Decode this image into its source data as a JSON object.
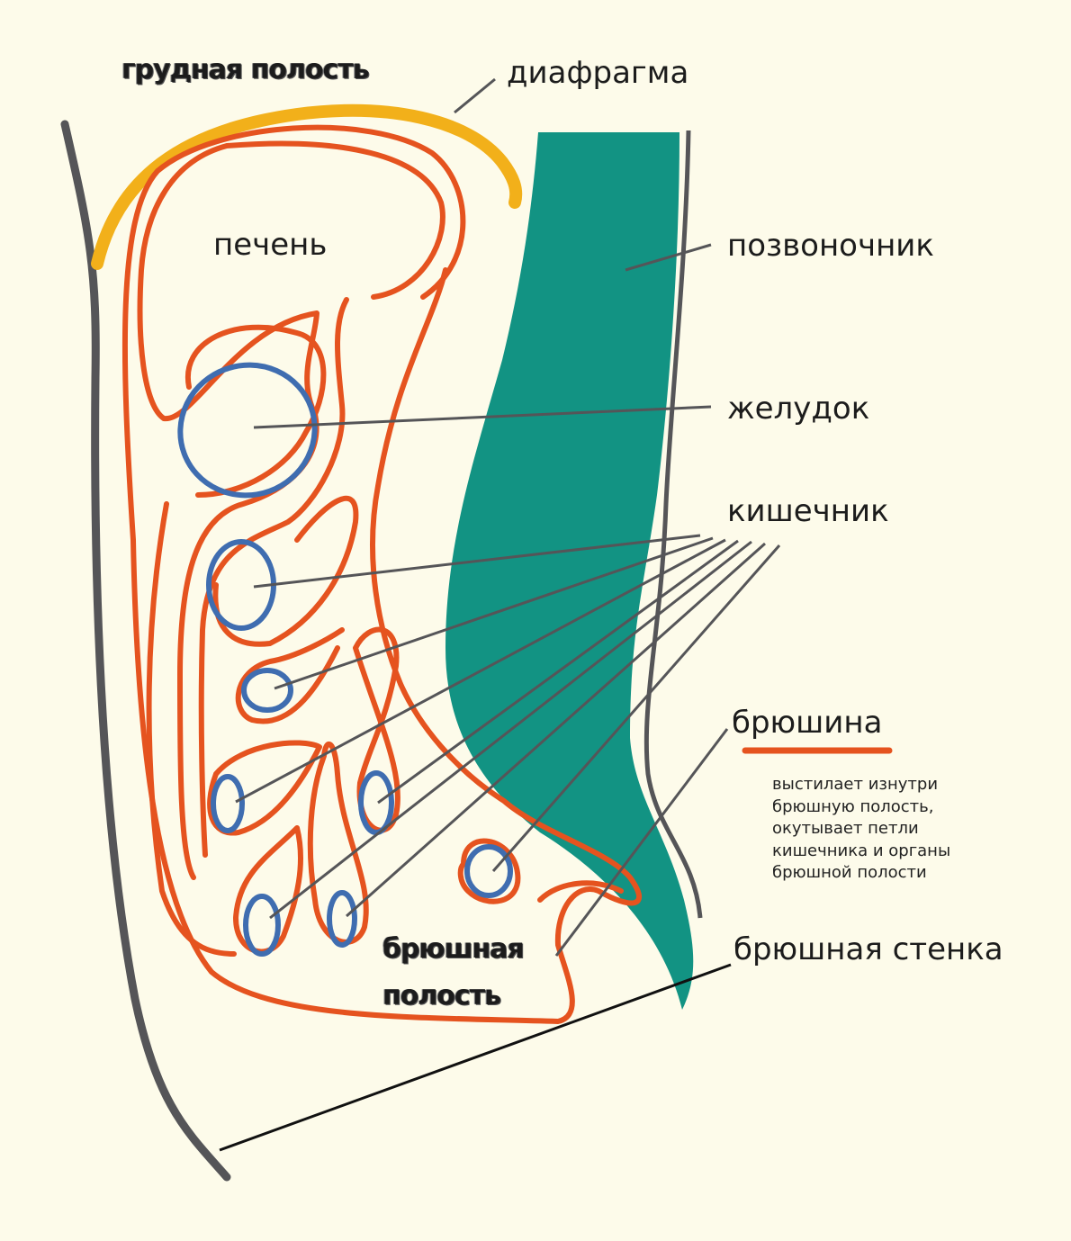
{
  "labels": {
    "thoracic_cavity": "грудная полость",
    "diaphragm": "диафрагма",
    "liver": "печень",
    "spine": "позвоночник",
    "stomach": "желудок",
    "intestine": "кишечник",
    "peritoneum": "брюшина",
    "abdominal_wall": "брюшная стенка",
    "abdominal_cavity_line1": "брюшная",
    "abdominal_cavity_line2": "полость"
  },
  "peritoneum_note": [
    "выстилает изнутри",
    "брюшную полость,",
    "окутывает петли",
    "кишечника и органы",
    "брюшной полости"
  ],
  "colors": {
    "background": "#FDFBEA",
    "peritoneum": "#E5531F",
    "organ": "#3F6DB0",
    "spine": "#129383",
    "diaphragm": "#F2B01A",
    "wall": "#555558"
  }
}
